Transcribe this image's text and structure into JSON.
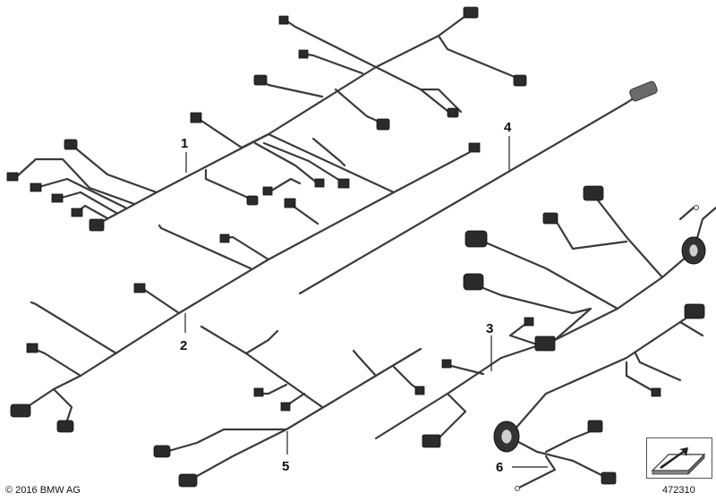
{
  "callouts": [
    {
      "label": "1"
    },
    {
      "label": "2"
    },
    {
      "label": "3"
    },
    {
      "label": "4"
    },
    {
      "label": "5"
    },
    {
      "label": "6"
    }
  ],
  "footer": {
    "copyright": "© 2016 BMW AG",
    "reference_number": "472310"
  },
  "icons": {
    "reference_box": "arrow-plate-icon"
  }
}
